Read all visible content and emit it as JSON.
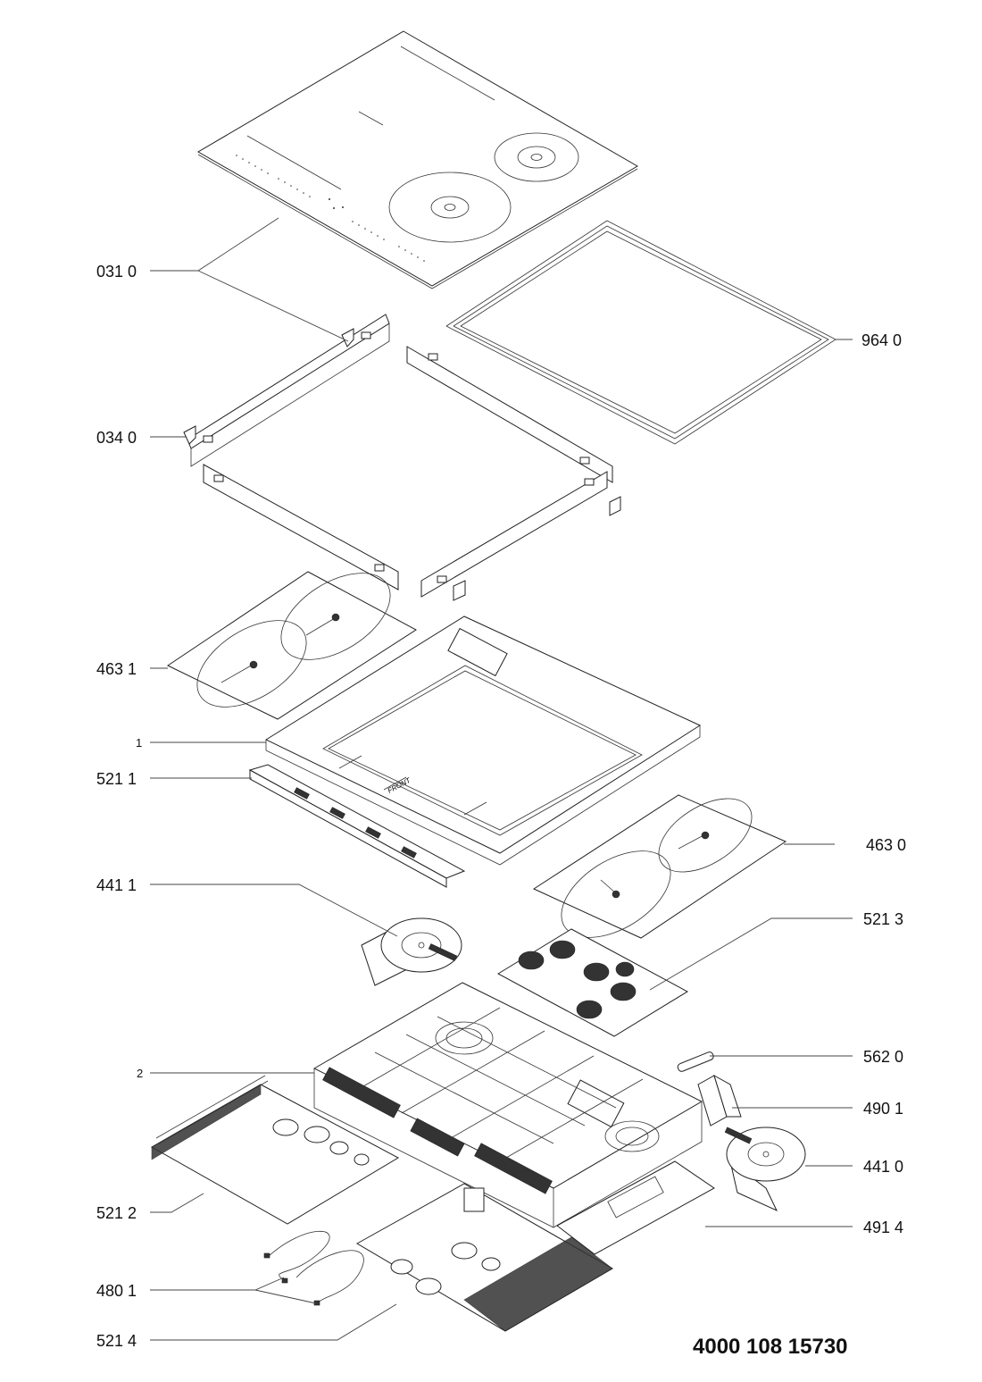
{
  "diagram": {
    "type": "exploded-parts-view",
    "subject": "induction hob",
    "document_number": "4000 108 15730",
    "front_marking": "FRONT",
    "callouts": [
      {
        "id": "c-0310",
        "label": "031 0",
        "side": "left",
        "part": "glass-ceramic-top"
      },
      {
        "id": "c-0340",
        "label": "034 0",
        "side": "left",
        "part": "fixing-bracket"
      },
      {
        "id": "c-9640",
        "label": "964 0",
        "side": "right",
        "part": "gasket-seal"
      },
      {
        "id": "c-4631",
        "label": "463 1",
        "side": "left",
        "part": "induction-coil-plate-left"
      },
      {
        "id": "c-1",
        "label": "1",
        "side": "left",
        "part": "support-frame"
      },
      {
        "id": "c-5211",
        "label": "521 1",
        "side": "left",
        "part": "control-board"
      },
      {
        "id": "c-4630",
        "label": "463 0",
        "side": "right",
        "part": "induction-coil-plate-right"
      },
      {
        "id": "c-4411",
        "label": "441 1",
        "side": "left",
        "part": "cooling-fan-left"
      },
      {
        "id": "c-5213",
        "label": "521 3",
        "side": "right",
        "part": "filter-board"
      },
      {
        "id": "c-5620",
        "label": "562 0",
        "side": "right",
        "part": "fuse"
      },
      {
        "id": "c-2",
        "label": "2",
        "side": "left",
        "part": "bottom-housing"
      },
      {
        "id": "c-4901",
        "label": "490 1",
        "side": "right",
        "part": "cable-clamp"
      },
      {
        "id": "c-4410",
        "label": "441 0",
        "side": "right",
        "part": "cooling-fan-right"
      },
      {
        "id": "c-5212",
        "label": "521 2",
        "side": "left",
        "part": "power-board-left"
      },
      {
        "id": "c-4914",
        "label": "491 4",
        "side": "right",
        "part": "bottom-cover-plate"
      },
      {
        "id": "c-4801",
        "label": "480 1",
        "side": "left",
        "part": "wiring-harness"
      },
      {
        "id": "c-5214",
        "label": "521 4",
        "side": "left",
        "part": "power-board-right"
      }
    ]
  }
}
